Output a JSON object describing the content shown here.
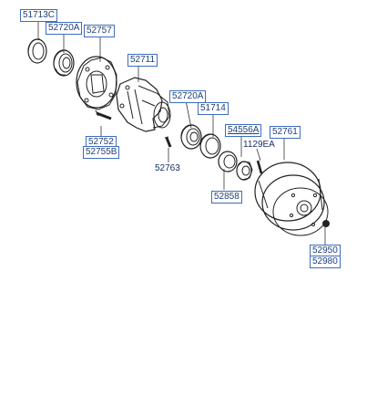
{
  "parts": [
    {
      "key": "p51713c",
      "code": "51713C",
      "boxed": true
    },
    {
      "key": "p52720a_top",
      "code": "52720A",
      "boxed": true
    },
    {
      "key": "p52757",
      "code": "52757",
      "boxed": true
    },
    {
      "key": "p52711",
      "code": "52711",
      "boxed": true
    },
    {
      "key": "p52720a_mid",
      "code": "52720A",
      "boxed": true
    },
    {
      "key": "p51714",
      "code": "51714",
      "boxed": true
    },
    {
      "key": "p54556a",
      "code": "54556A",
      "boxed": true
    },
    {
      "key": "p1129ea",
      "code": "1129EA",
      "boxed": false
    },
    {
      "key": "p52761",
      "code": "52761",
      "boxed": true
    },
    {
      "key": "p52752",
      "code": "52752",
      "boxed": true
    },
    {
      "key": "p52755b",
      "code": "52755B",
      "boxed": true
    },
    {
      "key": "p52763",
      "code": "52763",
      "boxed": false
    },
    {
      "key": "p52858",
      "code": "52858",
      "boxed": true
    },
    {
      "key": "p52950",
      "code": "52950",
      "boxed": true
    },
    {
      "key": "p52980",
      "code": "52980",
      "boxed": true
    }
  ],
  "colors": {
    "line": "#222222",
    "label_border": "#3d6cc0",
    "label_text": "#1f3f7a"
  }
}
